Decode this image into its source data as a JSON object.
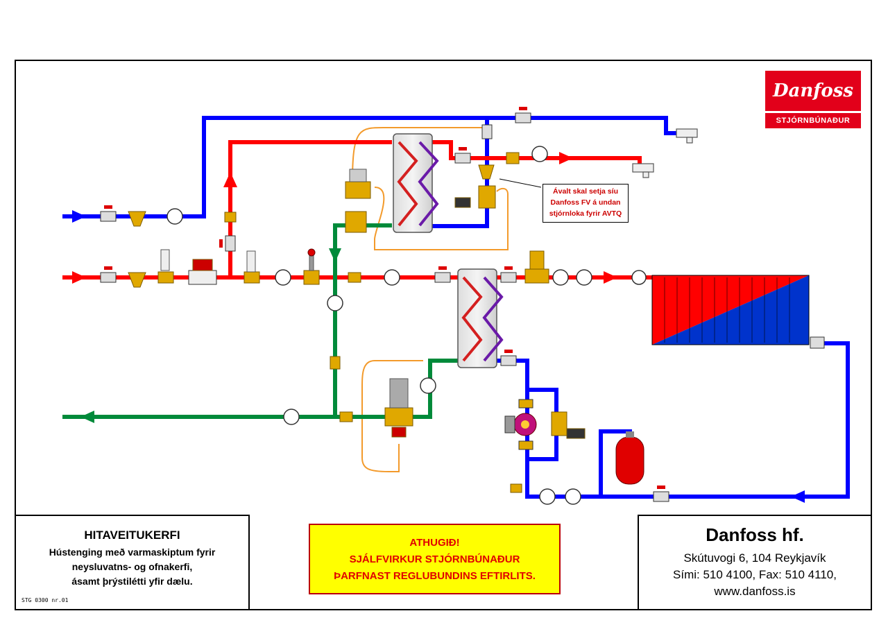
{
  "logo": {
    "brand": "Danfoss",
    "subtitle": "STJÓRNBÚNAÐUR"
  },
  "note": {
    "lines": [
      "Ávalt skal setja síu",
      "Danfoss FV á undan",
      "stjórnloka fyrir AVTQ"
    ]
  },
  "title_block": {
    "title": "HITAVEITUKERFI",
    "lines": [
      "Hústenging með varmaskiptum fyrir",
      "neysluvatns- og ofnakerfi,",
      "ásamt  þrýstilétti yfir dælu."
    ],
    "code": "STG 0300 nr.01"
  },
  "warning": {
    "lines": [
      "ATHUGIÐ!",
      "SJÁLFVIRKUR STJÓRNBÚNAÐUR",
      "ÞARFNAST REGLUBUNDINS EFTIRLITS."
    ]
  },
  "company": {
    "name": "Danfoss hf.",
    "address": "Skútuvogi 6,  104 Reykjavík",
    "phone": "Sími: 510 4100,  Fax: 510 4110,",
    "web": "www.danfoss.is"
  },
  "colors": {
    "hot": "#ff0000",
    "cold": "#0000ff",
    "return": "#008a3a",
    "control": "#ff8c00",
    "brass": "#e0a800",
    "accent": "#e2001a",
    "warning_bg": "#ffff00"
  }
}
